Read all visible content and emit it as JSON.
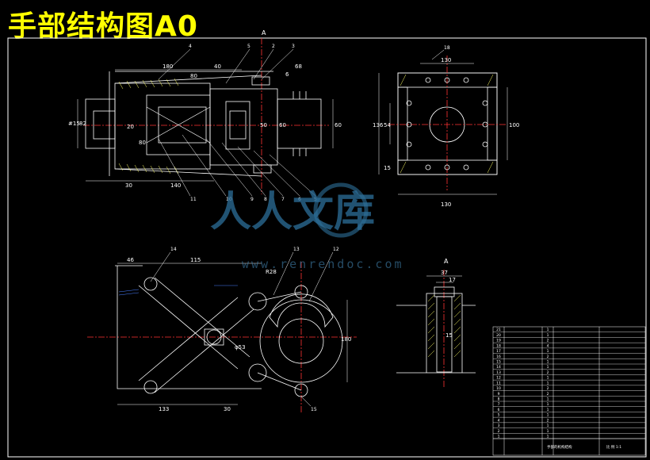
{
  "title": "手部结构图A0",
  "watermark": {
    "brand": "人人文库",
    "url": "www.renrendoc.com"
  },
  "section_labels": {
    "top": "A",
    "side": "A"
  },
  "top_view": {
    "dims": [
      "180",
      "40",
      "80",
      "68",
      "6",
      "30",
      "20",
      "80",
      "140",
      "60",
      "50",
      "60",
      "#15",
      "82"
    ],
    "callouts": [
      "4",
      "5",
      "2",
      "3",
      "11",
      "10",
      "9",
      "8",
      "7",
      "6",
      "5"
    ]
  },
  "right_view": {
    "dims": [
      "18",
      "130",
      "136",
      "54",
      "100",
      "130",
      "15"
    ]
  },
  "bottom_view": {
    "dims": [
      "46",
      "115",
      "133",
      "30",
      "14",
      "13",
      "12",
      "R28",
      "φ53",
      "180",
      "15"
    ]
  },
  "section_view": {
    "dims": [
      "37",
      "17",
      "15"
    ]
  },
  "title_block": {
    "name": "手部的机构结构",
    "ratio": "比 例  1:1",
    "rows": [
      [
        "21",
        "",
        "1",
        ""
      ],
      [
        "20",
        "",
        "1",
        ""
      ],
      [
        "19",
        "",
        "2",
        ""
      ],
      [
        "18",
        "",
        "4",
        ""
      ],
      [
        "17",
        "",
        "1",
        ""
      ],
      [
        "16",
        "",
        "2",
        ""
      ],
      [
        "15",
        "",
        "1",
        ""
      ],
      [
        "14",
        "",
        "1",
        ""
      ],
      [
        "13",
        "",
        "2",
        ""
      ],
      [
        "12",
        "",
        "1",
        ""
      ],
      [
        "11",
        "",
        "1",
        ""
      ],
      [
        "10",
        "",
        "2",
        ""
      ],
      [
        "9",
        "",
        "2",
        ""
      ],
      [
        "8",
        "",
        "1",
        ""
      ],
      [
        "7",
        "",
        "1",
        ""
      ],
      [
        "6",
        "",
        "1",
        ""
      ],
      [
        "5",
        "",
        "1",
        ""
      ],
      [
        "4",
        "",
        "2",
        ""
      ],
      [
        "3",
        "",
        "1",
        ""
      ],
      [
        "2",
        "",
        "1",
        ""
      ],
      [
        "1",
        "",
        "1",
        ""
      ]
    ]
  }
}
